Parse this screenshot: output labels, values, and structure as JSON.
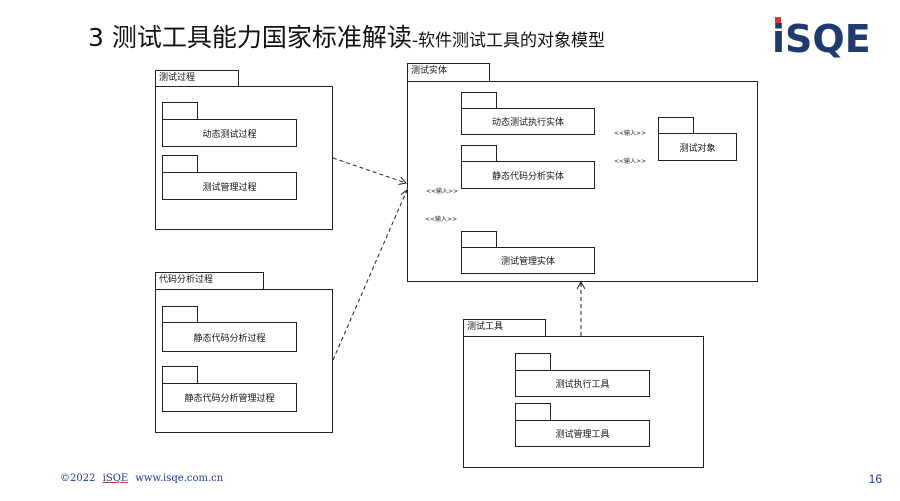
{
  "slide": {
    "title_main": "3 测试工具能力国家标准解读",
    "title_sub": "-软件测试工具的对象模型",
    "page_number": "16"
  },
  "logo": {
    "text": "iSQE",
    "color": "#1f3a6e",
    "dot_color": "#d33a2c"
  },
  "footer": {
    "copyright": "©2022",
    "brand": "iSQE",
    "url": "www.isqe.com.cn"
  },
  "packages": {
    "test_process": {
      "name": "测试过程",
      "classes": [
        "动态测试过程",
        "测试管理过程"
      ]
    },
    "code_analysis_process": {
      "name": "代码分析过程",
      "classes": [
        "静态代码分析过程",
        "静态代码分析管理过程"
      ]
    },
    "test_entity": {
      "name": "测试实体",
      "classes": [
        "动态测试执行实体",
        "静态代码分析实体",
        "测试管理实体",
        "测试对象"
      ]
    },
    "test_tools": {
      "name": "测试工具",
      "classes": [
        "测试执行工具",
        "测试管理工具"
      ]
    }
  },
  "relation_labels": [
    "<<输入>>",
    "<<输入>>",
    "<<输入>>",
    "<<输入>>"
  ]
}
